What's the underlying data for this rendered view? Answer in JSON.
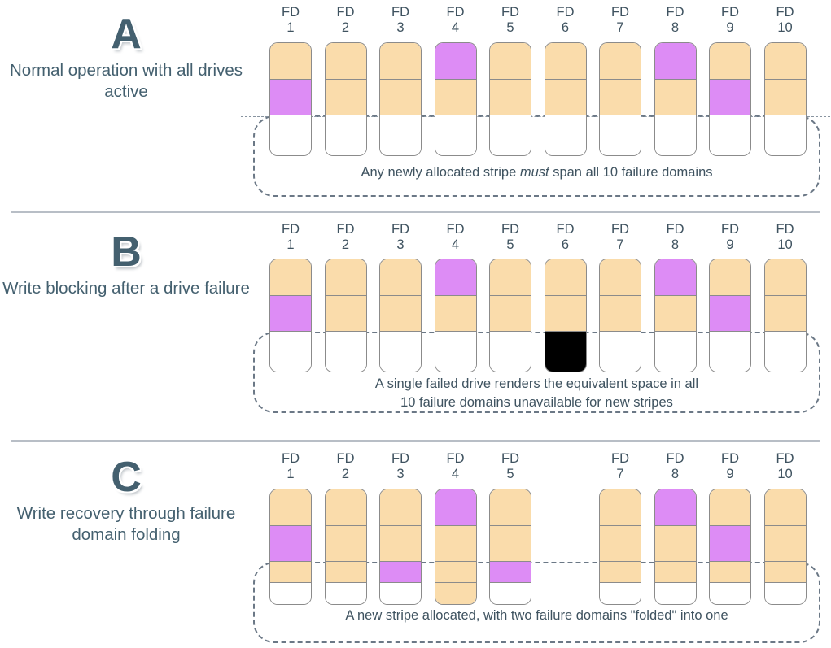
{
  "colors": {
    "orange": "#fadcab",
    "purple": "#dd8cf5",
    "black": "#000000",
    "white": "#ffffff",
    "text": "#3f5360",
    "letter": "#44606f",
    "divider": "#b8bec6",
    "dashed": "#6b7886"
  },
  "panels": [
    {
      "letter": "A",
      "description": "Normal operation with all drives active",
      "inner_caption_html": "Any newly allocated stripe <em>must</em> span all 10 failure domains",
      "inner_caption_text": "Any newly allocated stripe must span all 10 failure domains",
      "columns": [
        {
          "header": "FD\n1",
          "label": "FD 1",
          "cells": [
            "orange",
            "purple",
            "white"
          ]
        },
        {
          "header": "FD\n2",
          "label": "FD 2",
          "cells": [
            "orange",
            "orange",
            "white"
          ]
        },
        {
          "header": "FD\n3",
          "label": "FD 3",
          "cells": [
            "orange",
            "orange",
            "white"
          ]
        },
        {
          "header": "FD\n4",
          "label": "FD 4",
          "cells": [
            "purple",
            "orange",
            "white"
          ]
        },
        {
          "header": "FD\n5",
          "label": "FD 5",
          "cells": [
            "orange",
            "orange",
            "white"
          ]
        },
        {
          "header": "FD\n6",
          "label": "FD 6",
          "cells": [
            "orange",
            "orange",
            "white"
          ]
        },
        {
          "header": "FD\n7",
          "label": "FD 7",
          "cells": [
            "orange",
            "orange",
            "white"
          ]
        },
        {
          "header": "FD\n8",
          "label": "FD 8",
          "cells": [
            "purple",
            "orange",
            "white"
          ]
        },
        {
          "header": "FD\n9",
          "label": "FD 9",
          "cells": [
            "orange",
            "purple",
            "white"
          ]
        },
        {
          "header": "FD\n10",
          "label": "FD 10",
          "cells": [
            "orange",
            "orange",
            "white"
          ]
        }
      ]
    },
    {
      "letter": "B",
      "description": "Write blocking after a drive failure",
      "inner_caption_html": "A single failed drive renders the equivalent space in all<br>10 failure domains unavailable for new stripes",
      "inner_caption_text": "A single failed drive renders the equivalent space in all 10 failure domains unavailable for new stripes",
      "columns": [
        {
          "header": "FD\n1",
          "label": "FD 1",
          "cells": [
            "orange",
            "purple",
            "white"
          ]
        },
        {
          "header": "FD\n2",
          "label": "FD 2",
          "cells": [
            "orange",
            "orange",
            "white"
          ]
        },
        {
          "header": "FD\n3",
          "label": "FD 3",
          "cells": [
            "orange",
            "orange",
            "white"
          ]
        },
        {
          "header": "FD\n4",
          "label": "FD 4",
          "cells": [
            "purple",
            "orange",
            "white"
          ]
        },
        {
          "header": "FD\n5",
          "label": "FD 5",
          "cells": [
            "orange",
            "orange",
            "white"
          ]
        },
        {
          "header": "FD\n6",
          "label": "FD 6",
          "cells": [
            "orange",
            "orange",
            "black"
          ]
        },
        {
          "header": "FD\n7",
          "label": "FD 7",
          "cells": [
            "orange",
            "orange",
            "white"
          ]
        },
        {
          "header": "FD\n8",
          "label": "FD 8",
          "cells": [
            "purple",
            "orange",
            "white"
          ]
        },
        {
          "header": "FD\n9",
          "label": "FD 9",
          "cells": [
            "orange",
            "purple",
            "white"
          ]
        },
        {
          "header": "FD\n10",
          "label": "FD 10",
          "cells": [
            "orange",
            "orange",
            "white"
          ]
        }
      ]
    },
    {
      "letter": "C",
      "description": "Write recovery through failure domain folding",
      "inner_caption_html": "A new stripe allocated, with two failure domains \"folded\" into one",
      "inner_caption_text": "A new stripe allocated, with two failure domains \"folded\" into one",
      "columns": [
        {
          "header": "FD\n1",
          "label": "FD 1",
          "cells": [
            "orange",
            "purple",
            "orange",
            "white"
          ]
        },
        {
          "header": "FD\n2",
          "label": "FD 2",
          "cells": [
            "orange",
            "orange",
            "orange",
            "white"
          ]
        },
        {
          "header": "FD\n3",
          "label": "FD 3",
          "cells": [
            "orange",
            "orange",
            "purple",
            "white"
          ]
        },
        {
          "header": "FD\n4",
          "label": "FD 4",
          "cells": [
            "purple",
            "orange",
            "orange",
            "orange"
          ]
        },
        {
          "header": "FD\n5",
          "label": "FD 5",
          "cells": [
            "orange",
            "orange",
            "purple",
            "white"
          ]
        },
        {
          "header": "FD\n7",
          "label": "FD 7",
          "cells": [
            "orange",
            "orange",
            "orange",
            "white"
          ]
        },
        {
          "header": "FD\n8",
          "label": "FD 8",
          "cells": [
            "purple",
            "orange",
            "orange",
            "white"
          ]
        },
        {
          "header": "FD\n9",
          "label": "FD 9",
          "cells": [
            "orange",
            "purple",
            "orange",
            "white"
          ]
        },
        {
          "header": "FD\n10",
          "label": "FD 10",
          "cells": [
            "orange",
            "orange",
            "orange",
            "white"
          ]
        }
      ]
    }
  ]
}
